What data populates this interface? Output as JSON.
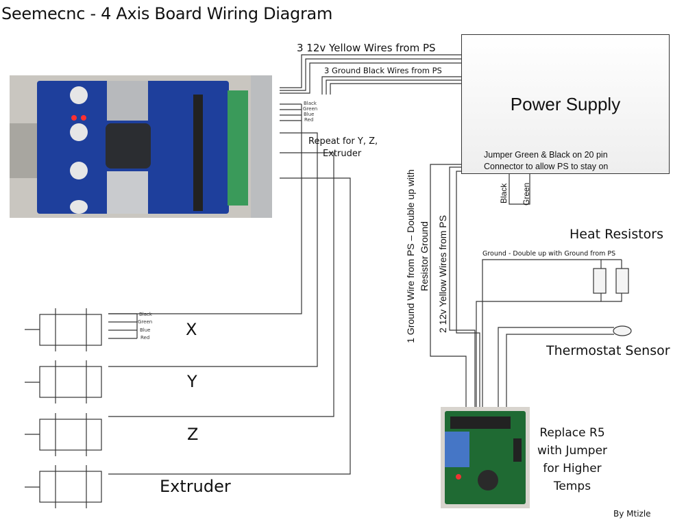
{
  "title": "Seemecnc - 4 Axis Board Wiring Diagram",
  "power_supply": {
    "label": "Power Supply",
    "note_line1": "Jumper Green & Black on 20 pin",
    "note_line2": "Connector to allow PS to stay on",
    "jumper_wires": [
      "Black",
      "Green"
    ]
  },
  "wire_labels": {
    "yellow_12v": "3 12v Yellow Wires from PS",
    "ground_black": "3 Ground Black Wires from PS",
    "repeat_line1": "Repeat for Y, Z,",
    "repeat_line2": "Extruder",
    "ground_double_line1": "1 Ground Wire from PS – Double up with",
    "ground_double_line2": "Resistor Ground",
    "yellow_2": "2 12v Yellow Wires from PS",
    "resistor_ground": "Ground - Double up with Ground from PS"
  },
  "motor_wire_colors": [
    "Black",
    "Green",
    "Blue",
    "Red"
  ],
  "motors": [
    {
      "label": "X"
    },
    {
      "label": "Y"
    },
    {
      "label": "Z"
    },
    {
      "label": "Extruder"
    }
  ],
  "heat_resistors": {
    "label": "Heat Resistors"
  },
  "thermostat_sensor": {
    "label": "Thermostat Sensor"
  },
  "thermostat_board": {
    "note_lines": [
      "Replace R5",
      "with Jumper",
      "for Higher",
      "Temps"
    ]
  },
  "credit": "By Mtizle"
}
